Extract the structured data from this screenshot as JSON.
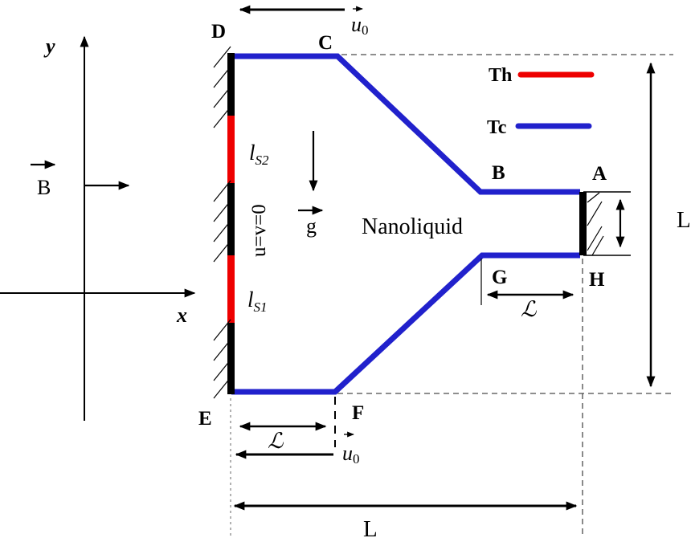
{
  "figure": {
    "fluid_label": "Nanoliquid",
    "axes": {
      "x": "x",
      "y": "y"
    },
    "magnetic_field_label": "B",
    "gravity_label": "g",
    "no_slip_label": "u=v=0",
    "velocity": {
      "symbol": "u",
      "subscript": "0"
    },
    "legend": {
      "hot": "Th",
      "cold": "Tc"
    },
    "vertices": {
      "A": "A",
      "B": "B",
      "C": "C",
      "D": "D",
      "E": "E",
      "F": "F",
      "G": "G",
      "H": "H"
    },
    "heat_sources": {
      "s2_symbol": "l",
      "s2_subscript": "S2",
      "s1_symbol": "l",
      "s1_subscript": "S1"
    },
    "dimensions": {
      "height": "L",
      "width": "L",
      "step": "ℒ"
    },
    "colors": {
      "hot": "#ee0000",
      "cold": "#2121cc",
      "wall": "#000000"
    }
  }
}
